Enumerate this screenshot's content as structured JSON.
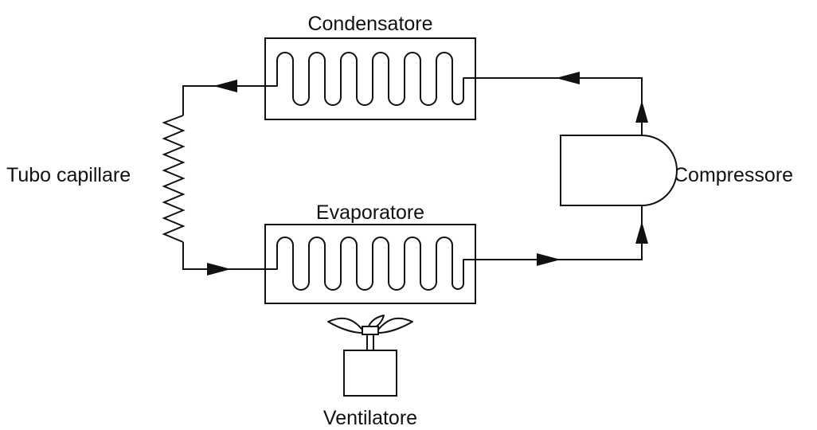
{
  "labels": {
    "condensatore": "Condensatore",
    "evaporatore": "Evaporatore",
    "tubo_capillare": "Tubo capillare",
    "compressore": "Compressore",
    "ventilatore": "Ventilatore"
  },
  "colors": {
    "line": "#111111",
    "background": "#ffffff"
  }
}
